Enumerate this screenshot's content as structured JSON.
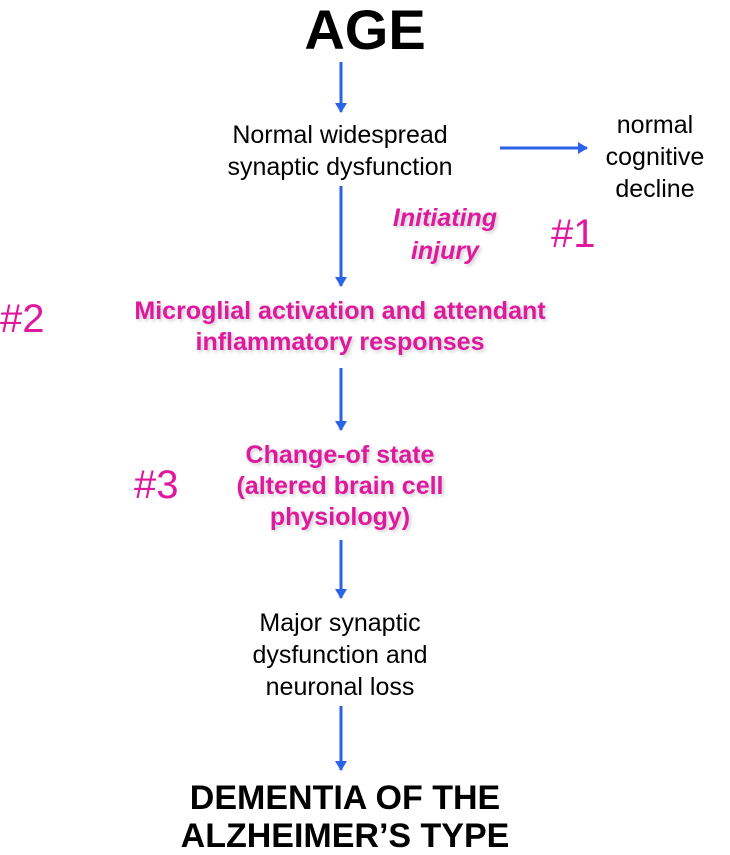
{
  "title": "AGE",
  "nodes": {
    "normal_dysfunction": [
      "Normal widespread",
      "synaptic dysfunction"
    ],
    "normal_decline": [
      "normal",
      "cognitive",
      "decline"
    ],
    "initiating_injury": [
      "Initiating",
      "injury"
    ],
    "microglial": [
      "Microglial activation and attendant",
      "inflammatory responses"
    ],
    "change_of_state": [
      "Change-of state",
      "(altered brain cell",
      "physiology)"
    ],
    "major_dysfunction": [
      "Major synaptic",
      "dysfunction and",
      "neuronal loss"
    ],
    "dementia": [
      "DEMENTIA OF THE",
      "ALZHEIMER’S TYPE"
    ]
  },
  "labels": {
    "hash1": "#1",
    "hash2": "#2",
    "hash3": "#3"
  },
  "colors": {
    "arrow": "#2a62e8",
    "highlight": "#e0189e",
    "text": "#000000"
  }
}
